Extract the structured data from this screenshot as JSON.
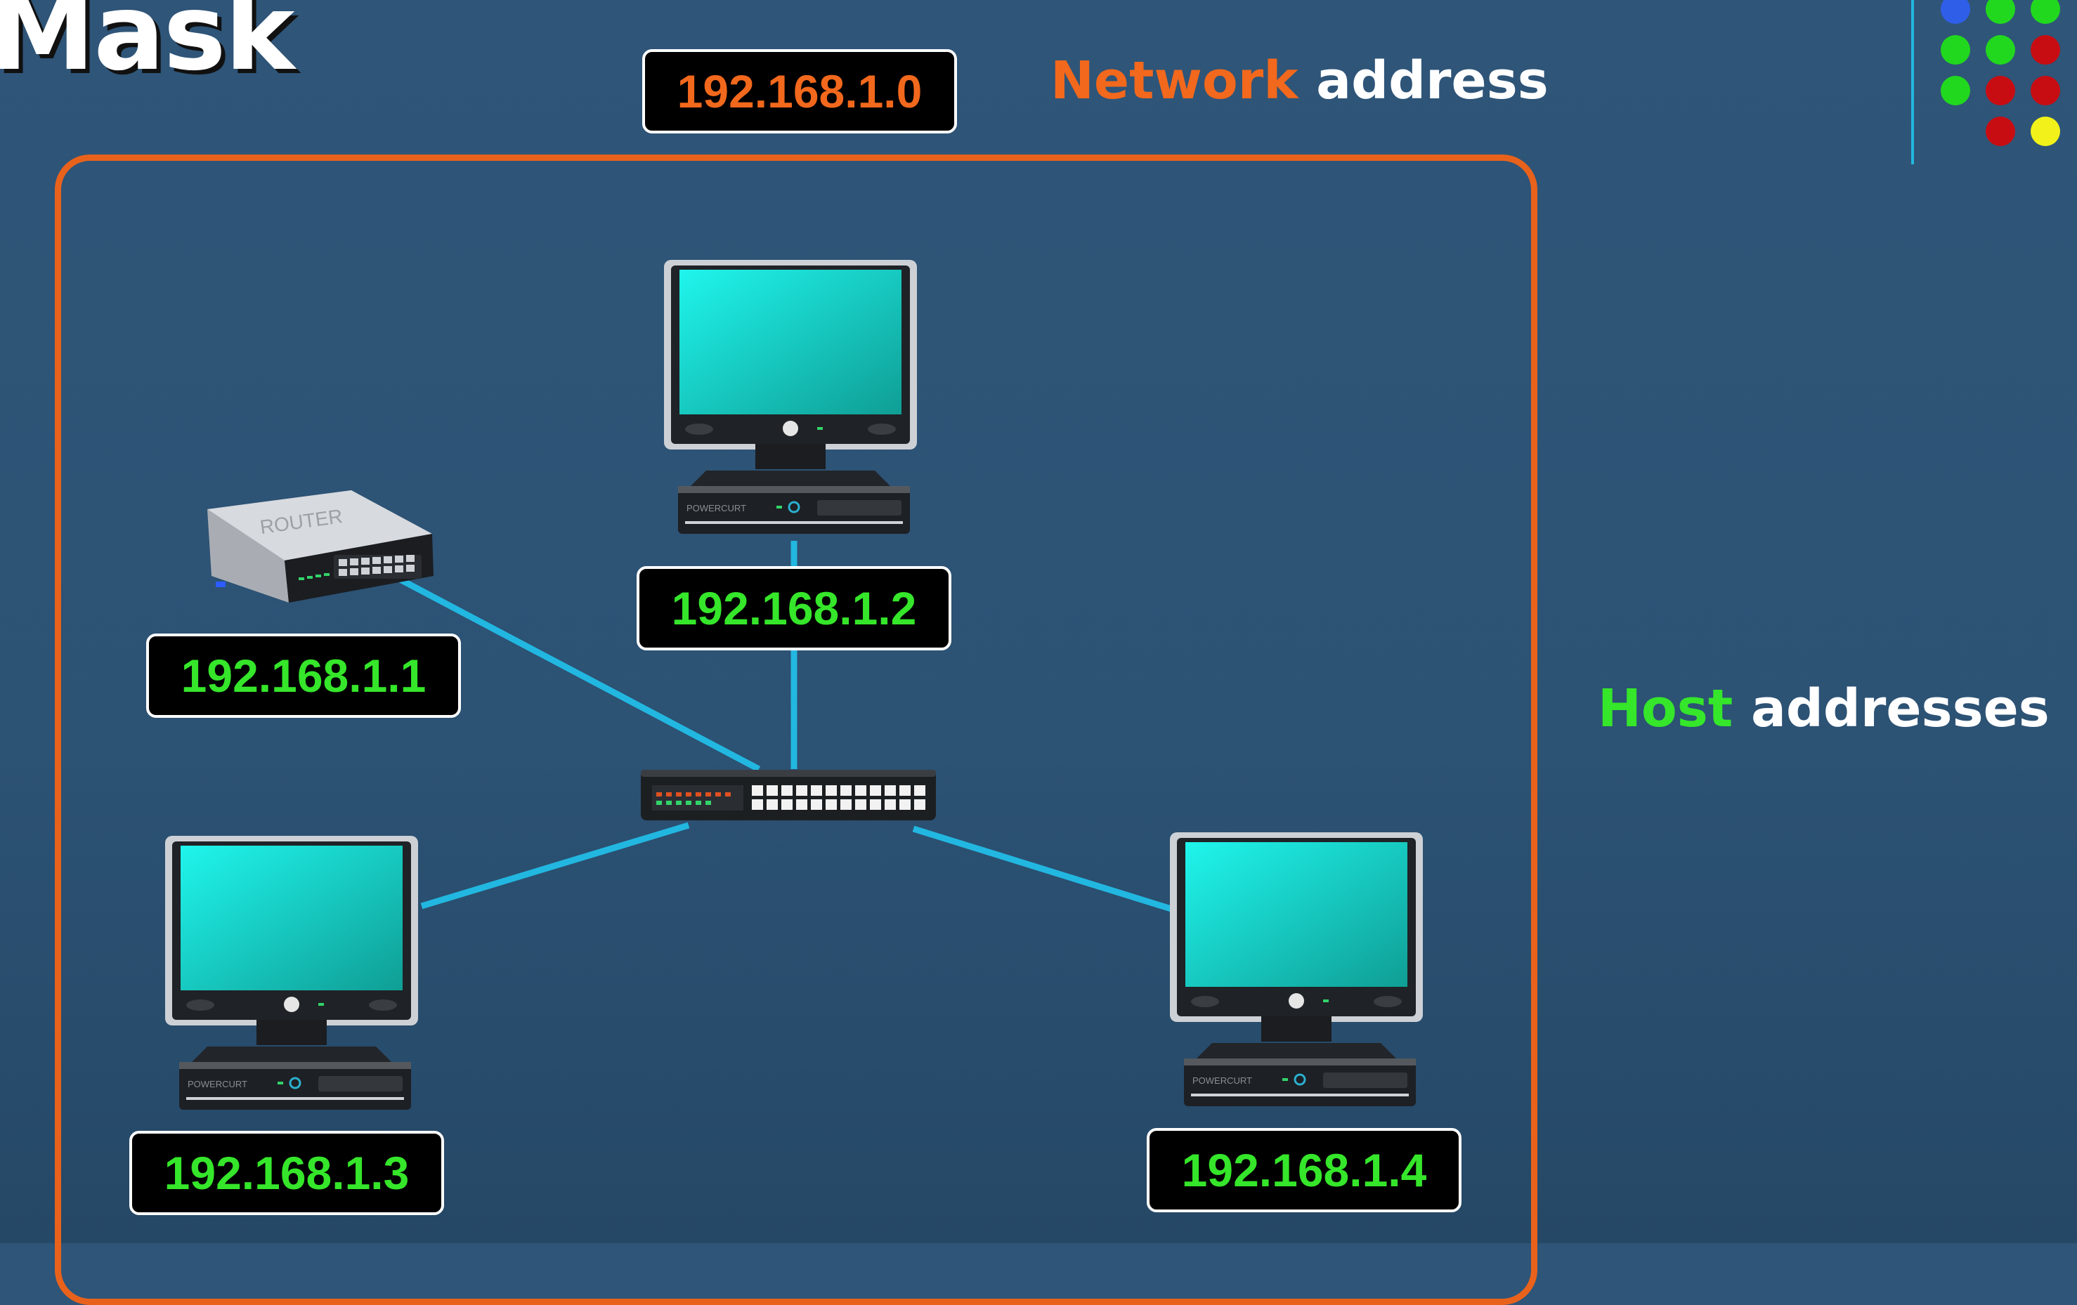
{
  "heading": "Mask",
  "network": {
    "address": "192.168.1.0",
    "caption_accent": "Network",
    "caption_rest": " address"
  },
  "hosts_caption": {
    "accent": "Host",
    "rest": " addresses"
  },
  "devices": {
    "router": {
      "label": "ROUTER",
      "ip": "192.168.1.1"
    },
    "pc_top": {
      "ip": "192.168.1.2",
      "brand": "POWERCURT"
    },
    "pc_left": {
      "ip": "192.168.1.3",
      "brand": "POWERCURT"
    },
    "pc_right": {
      "ip": "192.168.1.4",
      "brand": "POWERCURT"
    }
  },
  "colors": {
    "background": "#2c5274",
    "frame": "#e8621c",
    "network_text": "#f2681c",
    "host_text": "#35e62a",
    "link": "#22b7e0",
    "screen": "#17d6c6"
  },
  "dots": [
    [
      "blue",
      "green",
      "green"
    ],
    [
      "green",
      "green",
      "red"
    ],
    [
      "green",
      "red",
      "red"
    ],
    [
      null,
      "red",
      "yellow"
    ]
  ],
  "icons": {
    "router": "router-icon",
    "switch": "switch-icon",
    "computer": "computer-icon"
  }
}
